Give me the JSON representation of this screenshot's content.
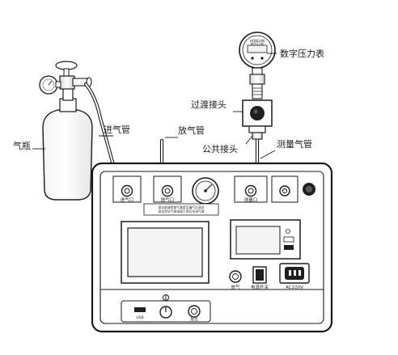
{
  "labels": {
    "pressure_gauge": "数字压力表",
    "adapter": "过渡接头",
    "common_joint": "公共接头",
    "measure_tube": "测量气管",
    "inlet_tube": "进气管",
    "vent_tube": "放气管",
    "gas_cylinder": "气瓶"
  },
  "panel": {
    "port_inlet": "进气口",
    "port_vent": "放气口",
    "port_measure": "测量口",
    "note_line1": "测试前请检查气路是否漏气后测试",
    "note_line2": "测试完毕气体排放干净后关闭气源",
    "vent_knob": "放气",
    "power_switch": "电源开关",
    "ac_socket": "AC220V",
    "usb": "USB",
    "reset": "复位"
  },
  "gauge_face": {
    "brand": "HONGAN",
    "subtitle": "数字压力表"
  },
  "colors": {
    "line": "#1a1a1a",
    "body_fill": "#ffffff",
    "screen_fill": "#f4f4f4"
  }
}
